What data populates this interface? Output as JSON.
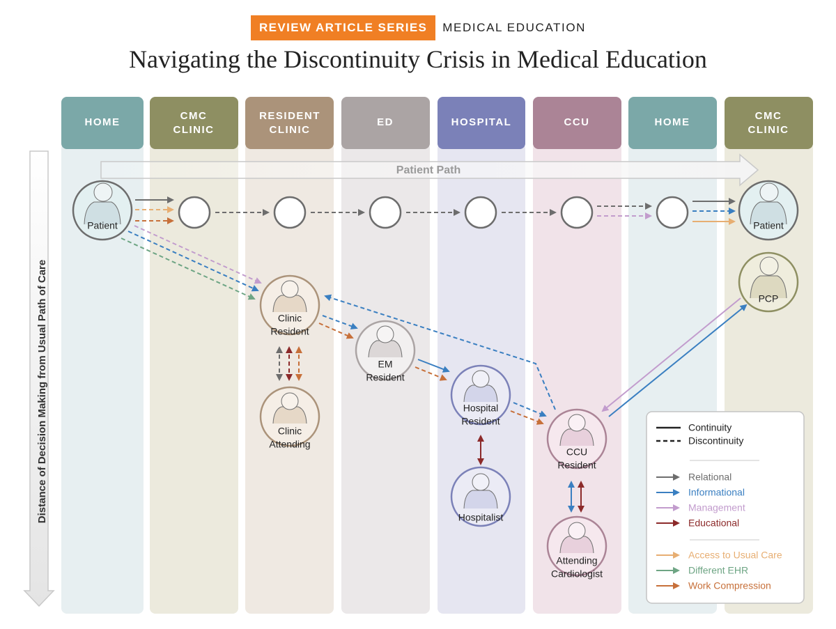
{
  "header": {
    "series_tag": "REVIEW ARTICLE SERIES",
    "series_topic": "MEDICAL EDUCATION",
    "title": "Navigating the Discontinuity Crisis in Medical Education"
  },
  "columns": [
    {
      "line1": "HOME",
      "line2": "",
      "color": "#7ba8a8",
      "tint": "#e7eff1"
    },
    {
      "line1": "CMC",
      "line2": "CLINIC",
      "color": "#8e8f62",
      "tint": "#eceadd"
    },
    {
      "line1": "RESIDENT",
      "line2": "CLINIC",
      "color": "#ab937a",
      "tint": "#efe9e2"
    },
    {
      "line1": "ED",
      "line2": "",
      "color": "#aba4a4",
      "tint": "#ebe8e9"
    },
    {
      "line1": "HOSPITAL",
      "line2": "",
      "color": "#7b81b8",
      "tint": "#e6e6f1"
    },
    {
      "line1": "CCU",
      "line2": "",
      "color": "#ab8496",
      "tint": "#f1e3e9"
    },
    {
      "line1": "HOME",
      "line2": "",
      "color": "#7ba8a8",
      "tint": "#e7eff1"
    },
    {
      "line1": "CMC",
      "line2": "CLINIC",
      "color": "#8e8f62",
      "tint": "#eceadd"
    }
  ],
  "patient_path_label": "Patient Path",
  "y_axis_label": "Distance of Decision Making from Usual Path of Care",
  "people": {
    "patient_start": {
      "line1": "Patient",
      "line2": ""
    },
    "patient_end": {
      "line1": "Patient",
      "line2": ""
    },
    "pcp": {
      "line1": "PCP",
      "line2": ""
    },
    "clinic_resident": {
      "line1": "Clinic",
      "line2": "Resident"
    },
    "clinic_attending": {
      "line1": "Clinic",
      "line2": "Attending"
    },
    "em_resident": {
      "line1": "EM",
      "line2": "Resident"
    },
    "hospital_resident": {
      "line1": "Hospital",
      "line2": "Resident"
    },
    "hospitalist": {
      "line1": "Hospitalist",
      "line2": ""
    },
    "ccu_resident": {
      "line1": "CCU",
      "line2": "Resident"
    },
    "attending_cardiologist": {
      "line1": "Attending",
      "line2": "Cardiologist"
    }
  },
  "legend": {
    "continuity": "Continuity",
    "discontinuity": "Discontinuity",
    "types": [
      {
        "label": "Relational",
        "color": "#6d6d6d"
      },
      {
        "label": "Informational",
        "color": "#3a7fc1"
      },
      {
        "label": "Management",
        "color": "#c29ccd"
      },
      {
        "label": "Educational",
        "color": "#8c2a2a"
      },
      {
        "label": "Access to Usual Care",
        "color": "#e7ae72"
      },
      {
        "label": "Different EHR",
        "color": "#6ea584"
      },
      {
        "label": "Work Compression",
        "color": "#c7703a"
      }
    ]
  }
}
